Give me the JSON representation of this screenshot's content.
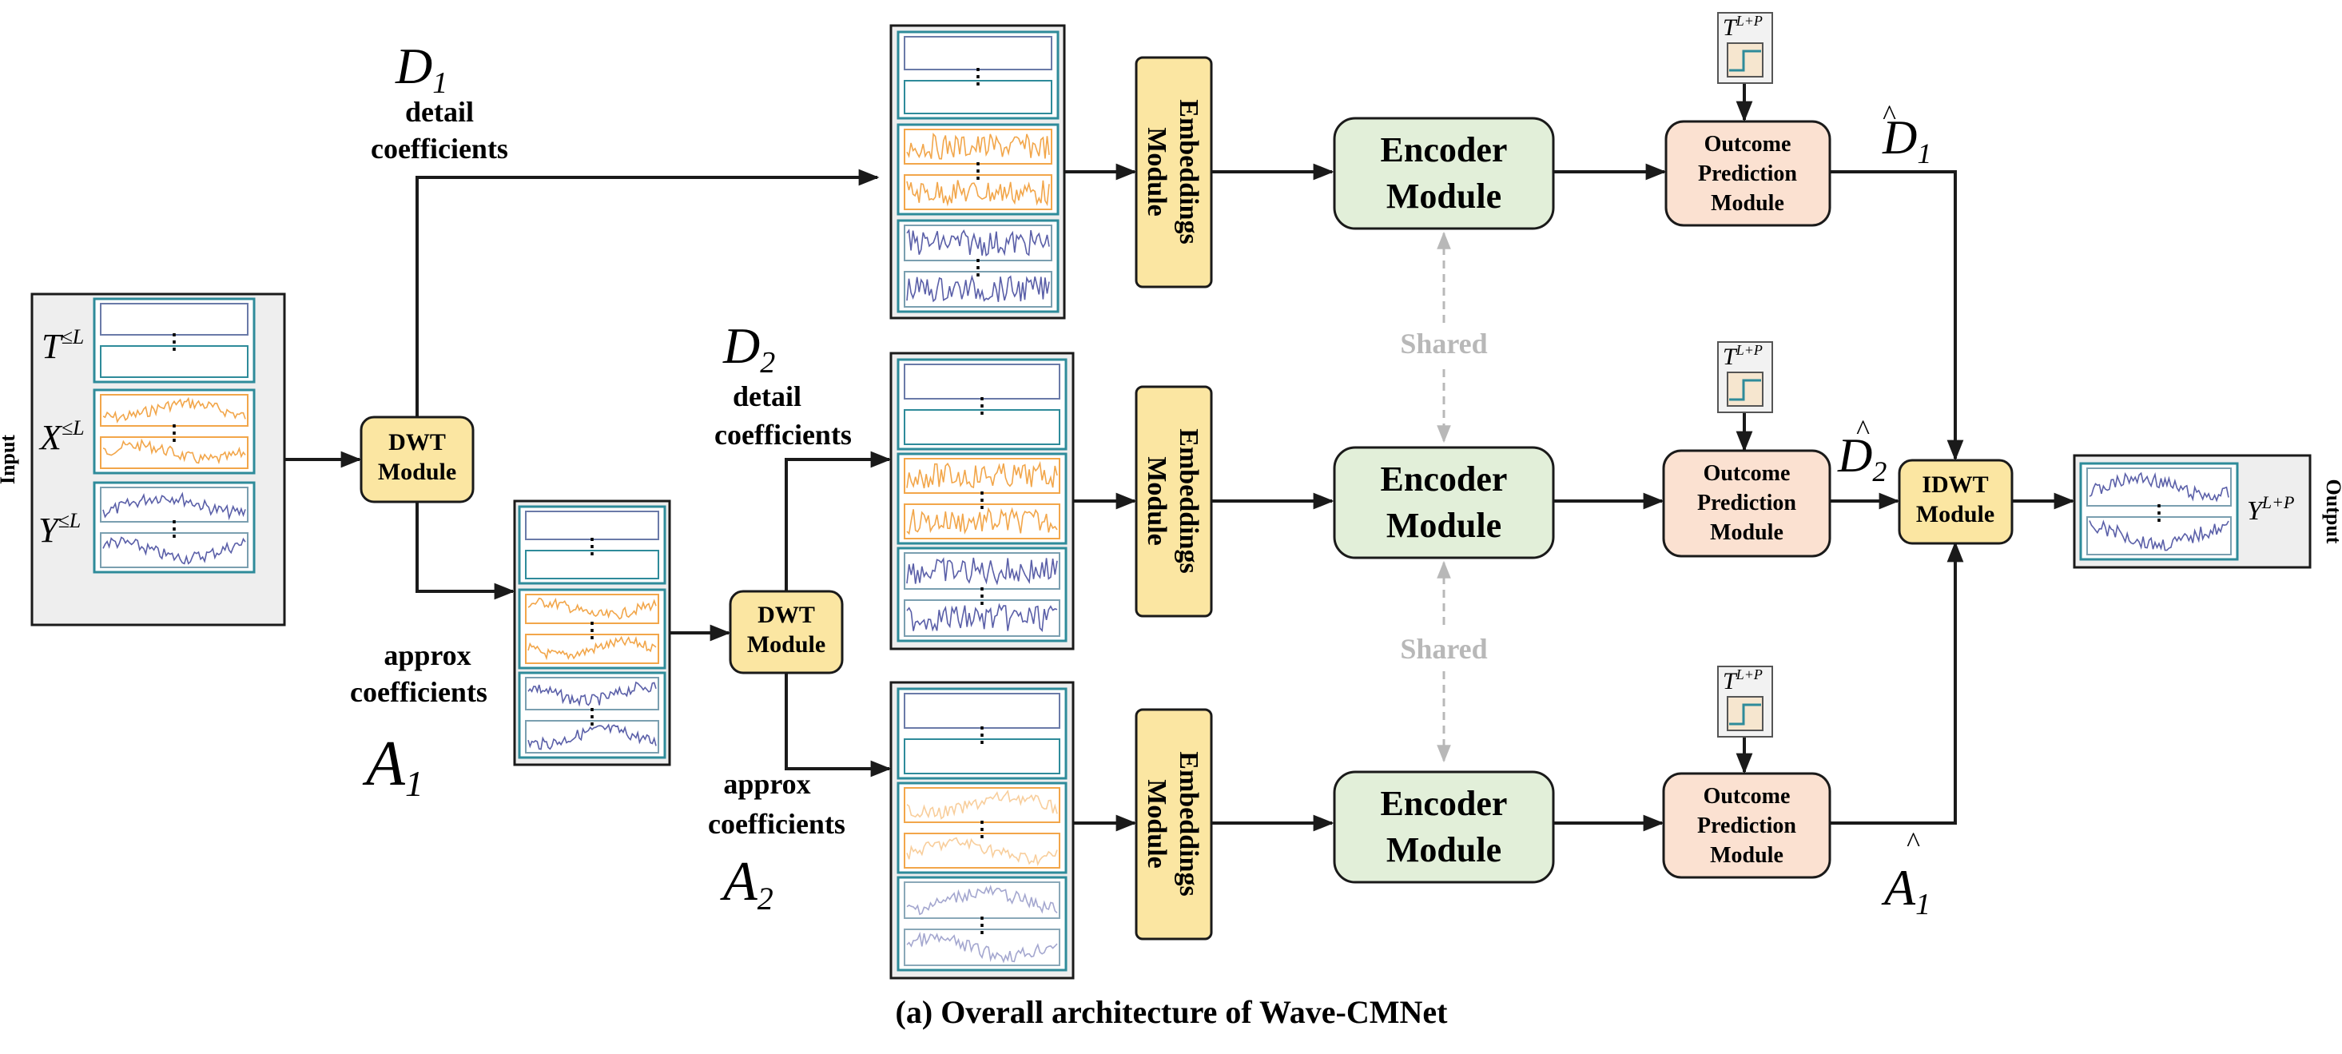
{
  "caption": "(a) Overall architecture of Wave-CMNet",
  "input": {
    "side_label": "Input",
    "row_labels": [
      {
        "base": "T",
        "sup": "≤L"
      },
      {
        "base": "X",
        "sup": "≤L"
      },
      {
        "base": "Y",
        "sup": "≤L"
      }
    ]
  },
  "output": {
    "side_label": "Output",
    "label": {
      "base": "Y",
      "sup": "L+P"
    }
  },
  "dwt": {
    "line1": "DWT",
    "line2": "Module"
  },
  "idwt": {
    "line1": "IDWT",
    "line2": "Module"
  },
  "embeddings": {
    "line1": "Embeddings",
    "line2": "Module"
  },
  "encoder": {
    "line1": "Encoder",
    "line2": "Module"
  },
  "outcome": {
    "line1": "Outcome",
    "line2": "Prediction",
    "line3": "Module"
  },
  "shared_label": "Shared",
  "future_treatment": {
    "base": "T",
    "sup": "L+P"
  },
  "coeff_labels": {
    "detail": {
      "line1": "detail",
      "line2": "coefficients"
    },
    "approx": {
      "line1": "approx",
      "line2": "coefficients"
    }
  },
  "symbols": {
    "D1": {
      "base": "D",
      "sub": "1"
    },
    "D2": {
      "base": "D",
      "sub": "2"
    },
    "A1": {
      "base": "A",
      "sub": "1"
    },
    "A2": {
      "base": "A",
      "sub": "2"
    }
  },
  "prediction_symbols": {
    "D1_hat": {
      "base": "D",
      "sub": "1",
      "hat": "^"
    },
    "D2_hat": {
      "base": "D",
      "sub": "2",
      "hat": "^"
    },
    "A1_hat": {
      "base": "A",
      "sub": "1",
      "hat": "^"
    }
  },
  "ellipsis": "⋮",
  "colors": {
    "box_yellow": "#fbe6a2",
    "box_green": "#e2efd9",
    "box_peach": "#fbe1d1",
    "teal_border": "#2e8b9a",
    "series_orange": "#f2a64a",
    "series_blue": "#5a5fa8",
    "shared_gray": "#b8b8b8"
  }
}
